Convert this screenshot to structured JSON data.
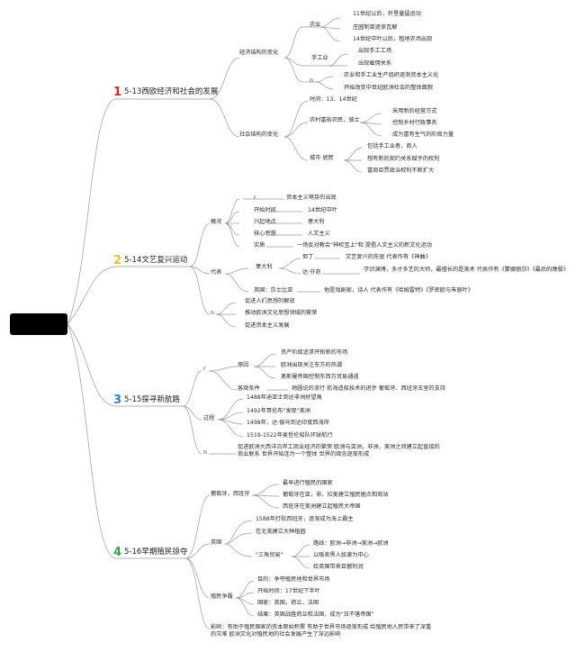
{
  "colors": {
    "line": "#9a9a9a",
    "n1": "#e02020",
    "n2": "#f0c020",
    "n3": "#2a7fd4",
    "n4": "#2fa84f"
  },
  "sections": [
    {
      "num": "1",
      "title": "5-13西欧经济和社会的发展",
      "nodes": {
        "jjjg": "经济结构的变化",
        "nongye": "农业",
        "ny1": "11世纪以后，开垦量猛运动",
        "ny2": "庄园制度逐渐瓦解",
        "ny3": "14世纪中叶以后，租地农场出现",
        "sgy": "手工业",
        "sg1": "出现手工工场",
        "sg2": "出现雇佣关系",
        "n": "n",
        "n1": "农业和手工业生产组织逐渐资本主义化",
        "n2": "开始改变中世纪欧洲社会的整体面貌",
        "shjg": "社会结构的变化",
        "sj": "时间：13、14世纪",
        "ncfn": "农村富裕农民，骑士",
        "nc1": "采用新的经营方式",
        "nc2": "控制乡村行政事务",
        "nc3": "成为富有生气的阶级力量",
        "cs": "城市 居民",
        "cs1": "包括手工业者，商人",
        "cs2": "想有新的契约关系赋予的权利",
        "cs3": "富商巨贾政治权利不断扩大"
      }
    },
    {
      "num": "2",
      "title": "5-14文艺复兴运动",
      "nodes": {
        "gk": "概况",
        "r": "r",
        "r1": "资本主义萌芽的出现",
        "kssj": "开始时间",
        "kssj1": "14世纪中叶",
        "xqdd": "兴起地点",
        "xqdd1": "意大利",
        "hxsx": "核心思想",
        "hxsx1": "人文主义",
        "sz": "实质",
        "sz1": "一场反对教会\"神权至上\"和 提倡人文主义的新文化运动",
        "db": "代表",
        "ydl": "意大利",
        "dd": "但丁",
        "dd1": "文艺复兴的先驱 代表作有《神曲》",
        "dfq": "达·芬奇",
        "dfq1": "学识渊博，多才多艺的大师，最擅长的是美术 代表作有《蒙娜丽莎》《最后的晚餐》",
        "yg": "英国：莎士比亚",
        "yg1": "他是戏剧家，诗人 代表作有《哈姆雷特》《罗密欧与朱丽叶》",
        "n": "n",
        "n1": "促进人们思想的解放",
        "n2": "推动欧洲文化思想领域的繁荣",
        "n3": "促进资本主义发展"
      }
    },
    {
      "num": "3",
      "title": "5-15探寻新航路",
      "nodes": {
        "r": "r",
        "yy": "原因",
        "yy1": "资产阶级追求开拓新的市场",
        "yy2": "欧洲出现关注东方的热潮",
        "yy3": "奥斯曼帝国控制东西方贸易通道",
        "kgtj": "客观条件",
        "kgtj1": "地圆说的流行 航海造船技术的进步 葡萄牙、西班牙王室的支持",
        "gc": "过程",
        "gc1": "1488年迪亚士到达非洲好望角",
        "gc2": "1492年哥伦布\"发现\"美洲",
        "gc3": "1498年，达·伽马到达印度西海岸",
        "gc4": "1519-1522年麦哲伦船队环球航行",
        "n": "n",
        "n1": "促进欧洲大西洋沿岸工商业经济的繁荣 欧洲与亚洲，非洲，美洲之间建立起直接的商业联系 世界开始连为一个整体 世界的观念逐渐形成"
      }
    },
    {
      "num": "4",
      "title": "5-16早期殖民掠夺",
      "nodes": {
        "pxy": "葡萄牙，西班牙",
        "pxy1": "最早进行殖民的国家",
        "pxy2": "葡萄牙在亚，非，拉美建立殖民据点和商站",
        "pxy3": "西班牙在美洲建立起殖民大帝国",
        "yg": "英国",
        "yg1": "1588年打败西班牙，逐渐成为海上霸主",
        "yg2": "在北美建立大种植园",
        "sjmy": "\"三角贸易\"",
        "sj1": "路线：欧洲→非洲→美洲→欧洲",
        "sj2": "以贩卖黑人奴隶为中心",
        "sj3": "给英国带来巨额利润",
        "zmzd": "殖民争霸",
        "zm1": "目的：争夺殖民地和世界市场",
        "zm2": "开始时间：17世纪下半叶",
        "zm3": "国家：英国，荷兰，法国",
        "zm4": "结果：英国战胜荷兰和法国，成为\"日不落帝国\"",
        "yx": "影响：有助于殖民国家的资本原始积累 有助于世界市场逐渐形成 给殖民地人民带来了深重的灾难 欧洲文化对殖民地的社会发展产生了深远影响"
      }
    }
  ]
}
